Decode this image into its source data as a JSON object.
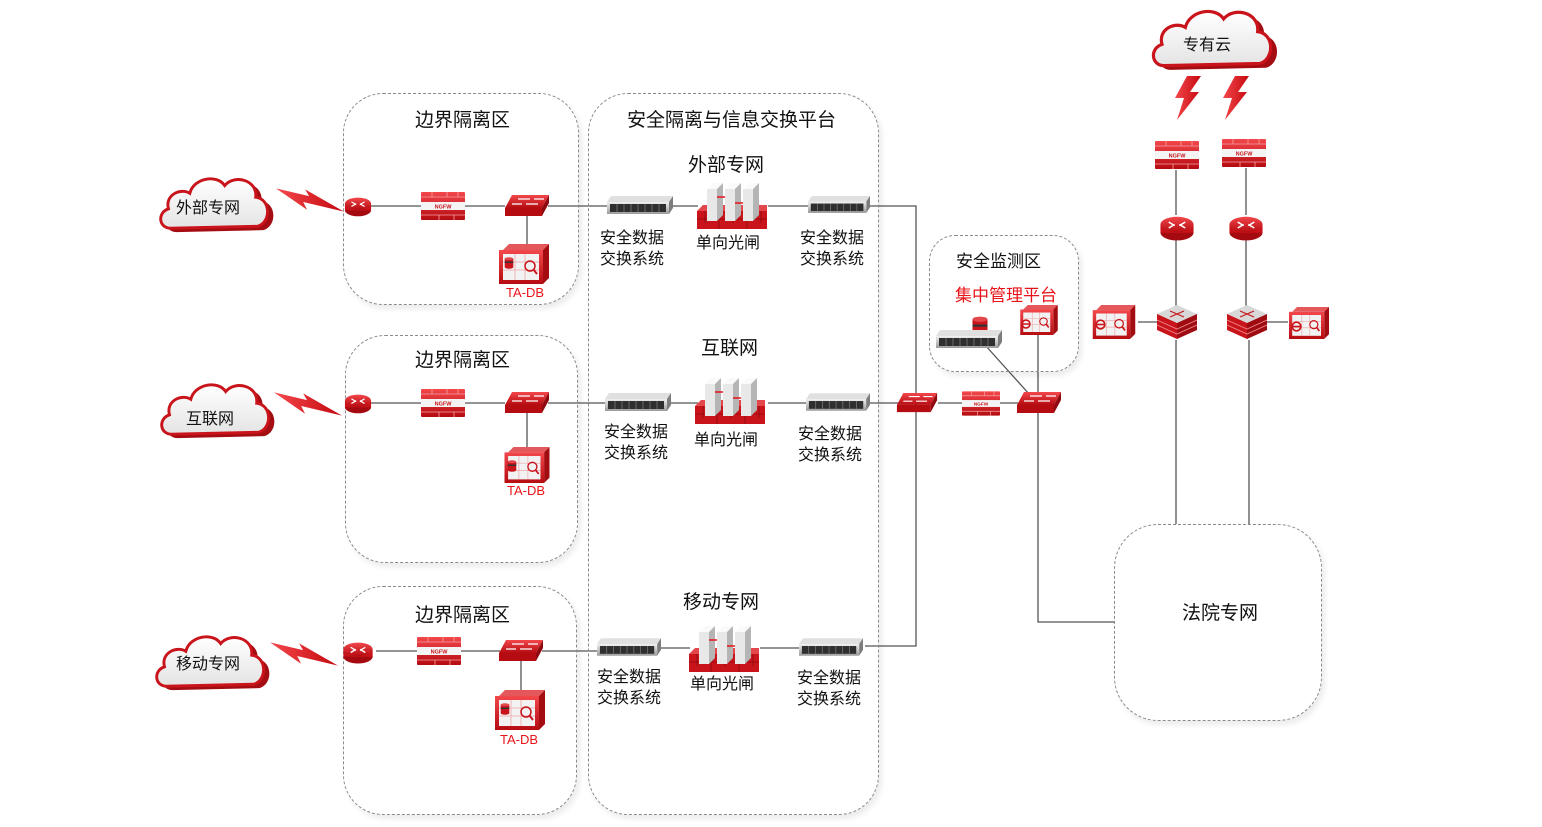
{
  "diagram": {
    "colors": {
      "accent": "#e8141a",
      "device_red": "#d9161c",
      "line": "#555555",
      "zone_border": "#8a8a8a"
    },
    "clouds": {
      "external": "外部专网",
      "internet": "互联网",
      "mobile": "移动专网",
      "private": "专有云"
    },
    "zones": {
      "boundary_1": "边界隔离区",
      "boundary_2": "边界隔离区",
      "boundary_3": "边界隔离区",
      "platform": "安全隔离与信息交换平台",
      "monitor": "安全监测区",
      "court": "法院专网"
    },
    "platform_rows": [
      {
        "title": "外部专网",
        "left_server": [
          "安全数据",
          "交换系统"
        ],
        "gap": "单向光闸",
        "right_server": [
          "安全数据",
          "交换系统"
        ]
      },
      {
        "title": "互联网",
        "left_server": [
          "安全数据",
          "交换系统"
        ],
        "gap": "单向光闸",
        "right_server": [
          "安全数据",
          "交换系统"
        ]
      },
      {
        "title": "移动专网",
        "left_server": [
          "安全数据",
          "交换系统"
        ],
        "gap": "单向光闸",
        "right_server": [
          "安全数据",
          "交换系统"
        ]
      }
    ],
    "monitor_platform_label": "集中管理平台",
    "ta_db_labels": [
      "TA-DB",
      "TA-DB",
      "TA-DB"
    ],
    "ngfw_label": "NGFW",
    "icons": [
      "cloud-icon",
      "lightning-icon",
      "router-icon",
      "firewall-icon",
      "switch-icon",
      "audit-appliance-icon",
      "server-icon",
      "optical-gate-icon",
      "database-icon",
      "core-switch-icon"
    ]
  }
}
